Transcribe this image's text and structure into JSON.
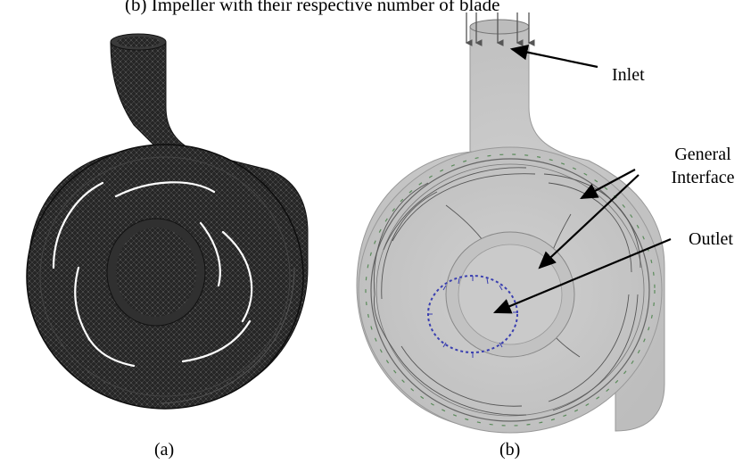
{
  "figure": {
    "top_caption": "(b) Impeller with their respective number of blade",
    "panel_a_label": "(a)",
    "panel_b_label": "(b)"
  },
  "annotations": {
    "inlet": "Inlet",
    "general_line1": "General",
    "general_line2": "Interface",
    "outlet": "Outlet"
  },
  "colors": {
    "mesh_dark": "#2a2a2a",
    "geometry_gray": "#c8c8c8",
    "outlet_blue": "#3a3fb0",
    "interface_green": "#5a8a5a"
  }
}
